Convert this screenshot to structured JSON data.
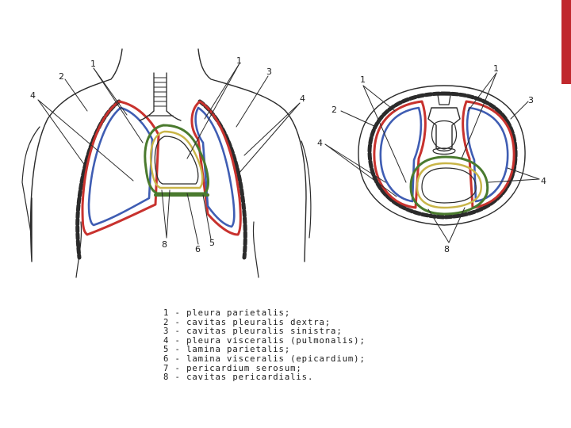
{
  "accent_color": "#c0282d",
  "colors": {
    "parietal": "#c8322e",
    "visceral": "#3f5db3",
    "pericardium_outer": "#4a7a2e",
    "pericardium_inner": "#c9b548",
    "outline": "#2b2b2b"
  },
  "frontal": {
    "callouts": [
      "1",
      "2",
      "4",
      "1",
      "3",
      "4",
      "8",
      "6",
      "5"
    ]
  },
  "cross_section": {
    "callouts": [
      "1",
      "1",
      "2",
      "3",
      "4",
      "4",
      "8"
    ]
  },
  "legend": [
    "1 - pleura parietalis;",
    "2 - cavitas pleuralis dextra;",
    "3 - cavitas pleuralis sinistra;",
    "4 - pleura visceralis (pulmonalis);",
    "5 - lamina parietalis;",
    "6 - lamina visceralis (epicardium);",
    "7 - pericardium serosum;",
    "8 - cavitas pericardialis."
  ]
}
